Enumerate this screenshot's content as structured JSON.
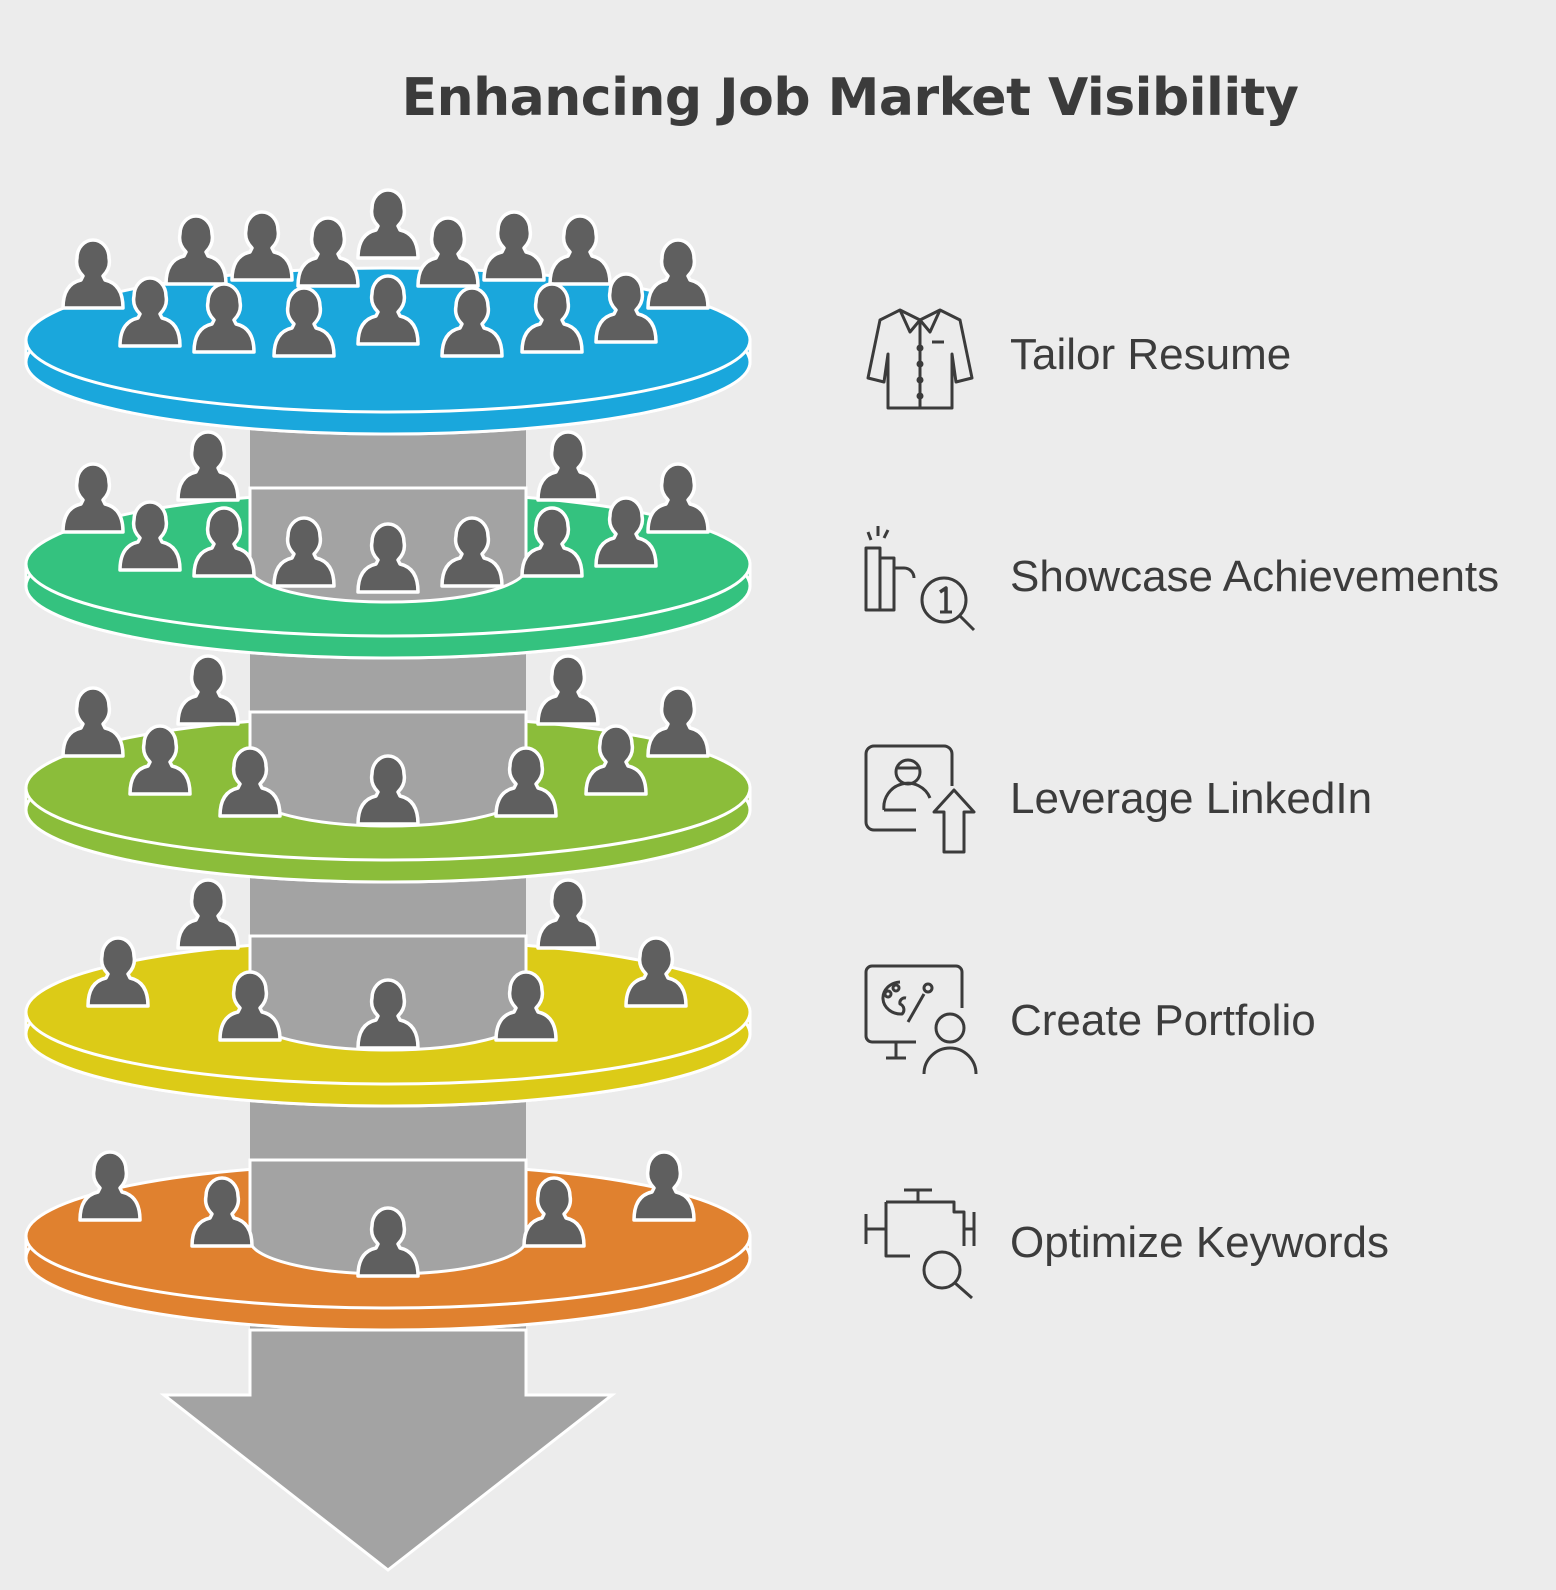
{
  "title": "Enhancing Job Market Visibility",
  "steps": [
    {
      "label": "Tailor Resume",
      "icon": "shirt-icon",
      "color": "#1aa7dc"
    },
    {
      "label": "Showcase Achievements",
      "icon": "bar-chart-search-icon",
      "color": "#34c27f"
    },
    {
      "label": "Leverage LinkedIn",
      "icon": "profile-upload-icon",
      "color": "#8bbd3a"
    },
    {
      "label": "Create Portfolio",
      "icon": "monitor-palette-person-icon",
      "color": "#dccb17"
    },
    {
      "label": "Optimize Keywords",
      "icon": "engine-search-icon",
      "color": "#e0812f"
    }
  ],
  "colors": {
    "column": "#a3a3a3",
    "person": "#5f5f5f",
    "ink": "#3b3b3b"
  }
}
